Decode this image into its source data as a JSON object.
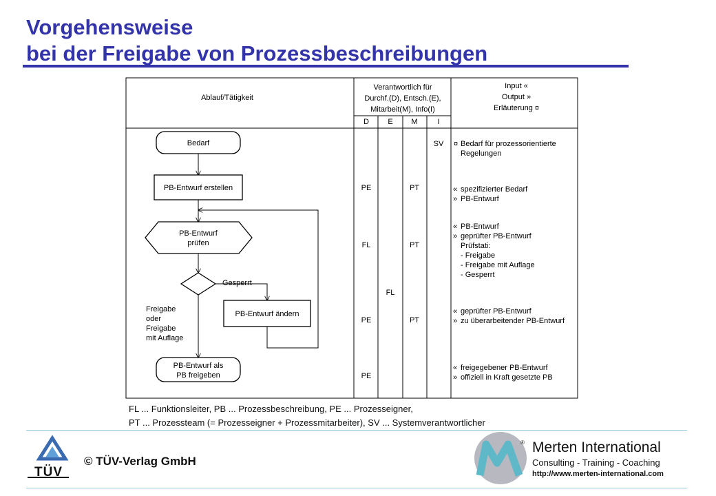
{
  "title": {
    "line1": "Vorgehensweise",
    "line2": "bei der Freigabe von Prozessbeschreibungen"
  },
  "table": {
    "col1_header": "Ablauf/Tätigkeit",
    "col2_header": [
      "Verantwortlich für",
      "Durchf.(D), Entsch.(E),",
      "Mitarbeit(M), Info(I)"
    ],
    "col2_sub": [
      "D",
      "E",
      "M",
      "I"
    ],
    "col3_header": [
      "Input «",
      "Output »",
      "Erläuterung ¤"
    ]
  },
  "flow": {
    "bedarf": "Bedarf",
    "entwurf_erstellen": "PB-Entwurf erstellen",
    "pruefen": [
      "PB-Entwurf",
      "prüfen"
    ],
    "gesperrt": "Gesperrt",
    "aendern": "PB-Entwurf ändern",
    "freigabe_label": [
      "Freigabe",
      "oder",
      "Freigabe",
      "mit Auflage"
    ],
    "freigeben": [
      "PB-Entwurf als",
      "PB freigeben"
    ]
  },
  "responsibilities": [
    {
      "I": "SV"
    },
    {
      "D": "PE",
      "M": "PT"
    },
    {
      "D": "FL",
      "M": "PT"
    },
    {
      "E": "FL"
    },
    {
      "D": "PE",
      "M": "PT"
    },
    {
      "D": "PE"
    }
  ],
  "explanations": [
    {
      "symbol": "¤",
      "lines": [
        "Bedarf für prozessorientierte",
        "Regelungen"
      ]
    },
    {
      "lines": [
        {
          "symbol": "«",
          "text": "spezifizierter Bedarf"
        },
        {
          "symbol": "»",
          "text": "PB-Entwurf"
        }
      ]
    },
    {
      "lines": [
        {
          "symbol": "«",
          "text": "PB-Entwurf"
        },
        {
          "symbol": "»",
          "text": "geprüfter PB-Entwurf"
        },
        {
          "symbol": "",
          "text": "Prüfstati:"
        },
        {
          "symbol": "",
          "text": "- Freigabe"
        },
        {
          "symbol": "",
          "text": "- Freigabe mit Auflage"
        },
        {
          "symbol": "",
          "text": "- Gesperrt"
        }
      ]
    },
    {
      "lines": [
        {
          "symbol": "«",
          "text": "geprüfter PB-Entwurf"
        },
        {
          "symbol": "»",
          "text": "zu überarbeitender PB-Entwurf"
        }
      ]
    },
    {
      "lines": [
        {
          "symbol": "«",
          "text": "freigegebener PB-Entwurf"
        },
        {
          "symbol": "»",
          "text": "offiziell in Kraft gesetzte PB"
        }
      ]
    }
  ],
  "legend": {
    "line1": "FL ... Funktionsleiter, PB ... Prozessbeschreibung, PE ... Prozesseigner,",
    "line2": "PT ... Prozessteam (= Prozesseigner + Prozessmitarbeiter), SV ... Systemverantwortlicher"
  },
  "footer": {
    "copyright": "©  TÜV-Verlag GmbH",
    "tuv": "TÜV",
    "company": "Merten International",
    "tagline": "Consulting - Training - Coaching",
    "url": "http://www.merten-international.com",
    "registered": "®"
  },
  "colors": {
    "title": "#3333aa",
    "rule": "#8fc8d8",
    "logo_teal": "#5fb8c8",
    "logo_gray": "#b8b8c0"
  }
}
